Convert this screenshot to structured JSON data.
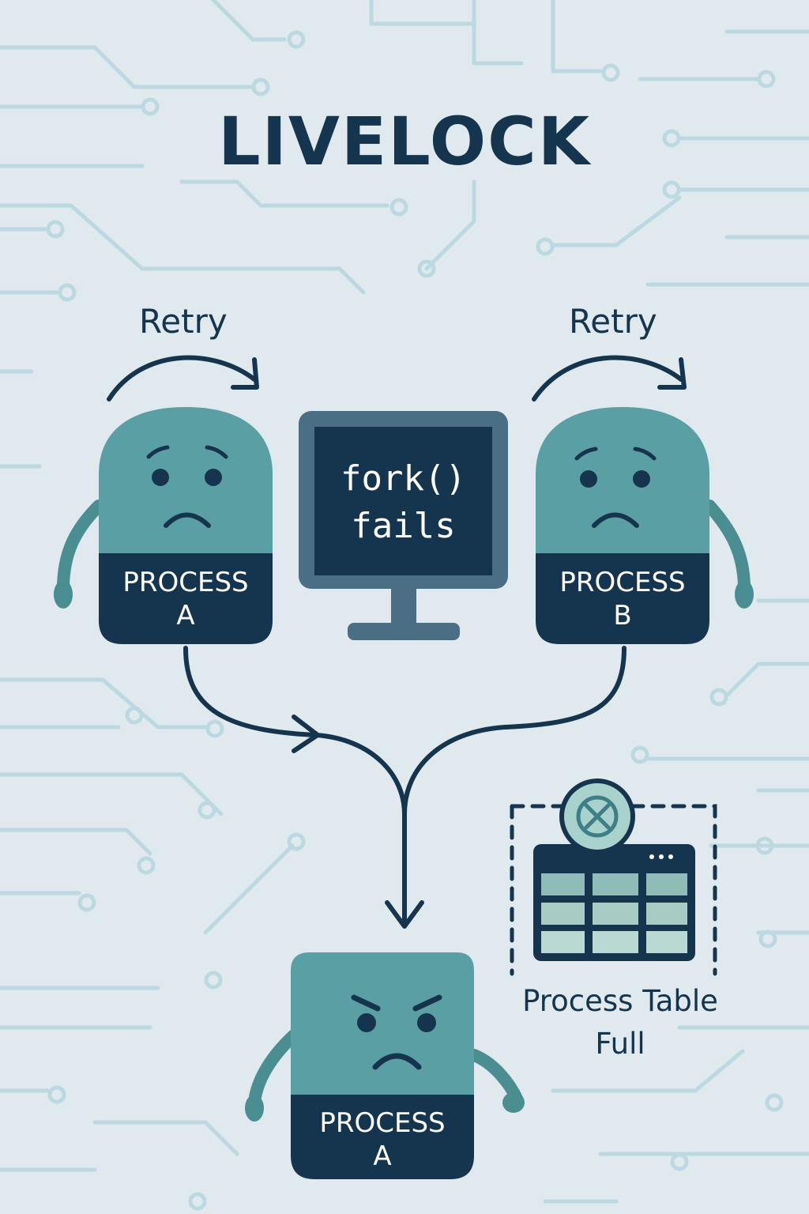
{
  "title": "LIVELOCK",
  "retry_left": "Retry",
  "retry_right": "Retry",
  "monitor_line1": "fork()",
  "monitor_line2": "fails",
  "process_a_top": {
    "line1": "PROCESS",
    "line2": "A"
  },
  "process_b_top": {
    "line1": "PROCESS",
    "line2": "B"
  },
  "process_a_bottom": {
    "line1": "PROCESS",
    "line2": "A"
  },
  "table_caption_line1": "Process Table",
  "table_caption_line2": "Full",
  "colors": {
    "background": "#dfe9ee",
    "circuit": "#bcd9e2",
    "navy": "#15344d",
    "teal": "#5a9fa3",
    "table_cell": "#a8ccc4",
    "x_badge": "#a9d2cc"
  },
  "icons": [
    "retry-arrow-icon",
    "monitor-icon",
    "close-icon",
    "table-icon"
  ]
}
